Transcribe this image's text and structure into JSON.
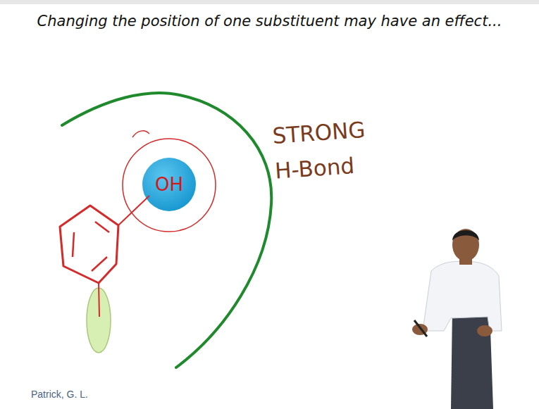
{
  "diagram": {
    "title": "Changing the position of one substituent may have an effect...",
    "nodes": [
      {
        "text": [
          "OH"
        ]
      }
    ],
    "labels": [
      "STRONG H-Bond",
      "Patrick, G. L."
    ]
  }
}
